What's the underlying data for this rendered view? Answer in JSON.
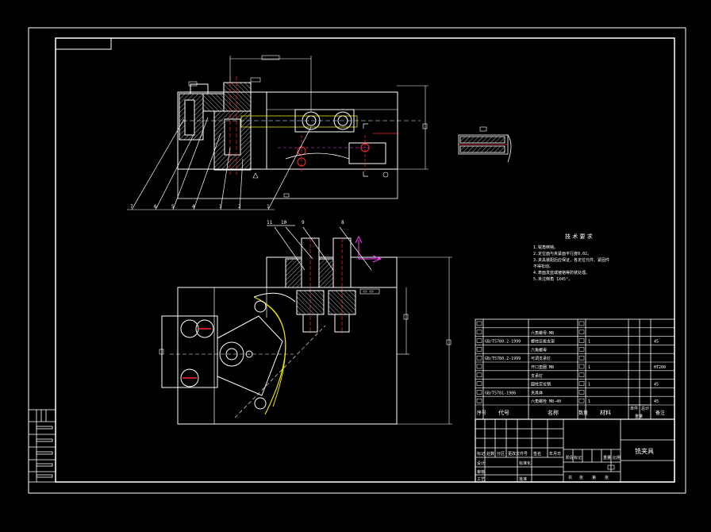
{
  "colors": {
    "background": "#000000",
    "line": "#ffffff",
    "red": "#ff2a2a",
    "yellow": "#e8e000",
    "magenta": "#ff40ff",
    "hatch": "#d8d8d8"
  },
  "balloons_top": [
    "7",
    "6",
    "5",
    "4",
    "3",
    "2",
    "1"
  ],
  "balloons_bottom": [
    "11",
    "10",
    "9",
    "8"
  ],
  "tech_req": {
    "title": "技 术 要 求",
    "lines": [
      "1.锐角倒钝。",
      "2.定位面与夹紧面平行度0.02。",
      "3.夹具装配后应保证，各定位元件、紧固件",
      "  不得松动。",
      "4.表面发蓝或镀铬等防锈处理。",
      "5.未注倒角 1X45°。"
    ]
  },
  "bom_rows": [
    {
      "code": "",
      "name": "",
      "qty": "",
      "note": ""
    },
    {
      "code": "",
      "name": "六角螺母-M8",
      "qty": "",
      "note": ""
    },
    {
      "code": "GB/T5780.2-1999",
      "name": "螺柱压板支架",
      "qty": "1",
      "note": "45"
    },
    {
      "code": "",
      "name": "六角螺母",
      "qty": "",
      "note": ""
    },
    {
      "code": "GB/T5780.2-1999",
      "name": "可调支承钉",
      "qty": "",
      "note": ""
    },
    {
      "code": "",
      "name": "开口垫圈 M8",
      "qty": "1",
      "note": "HT200"
    },
    {
      "code": "",
      "name": "支承钉",
      "qty": "",
      "note": ""
    },
    {
      "code": "",
      "name": "圆柱定位销",
      "qty": "1",
      "note": "45"
    },
    {
      "code": "GB/T5781-1986",
      "name": "夹具体",
      "qty": "",
      "note": ""
    },
    {
      "code": "",
      "name": "六角螺栓 M8-40",
      "qty": "1",
      "note": "45"
    }
  ],
  "bom_header": {
    "seq": "序号",
    "code": "代号",
    "name": "名称",
    "qty": "数量",
    "material": "材料",
    "weight_single": "单件",
    "weight_total": "总计",
    "weight": "重量",
    "remark": "备注"
  },
  "title_block": {
    "drawing_name": "铣夹具",
    "rev_row": [
      "标记",
      "处数",
      "分区",
      "更改文件号",
      "签名",
      "年月日"
    ],
    "design_row": [
      "设计",
      "",
      "标准化",
      ""
    ],
    "stage_row": [
      "阶段标记",
      "重量",
      "比例"
    ],
    "sheet_row": [
      "共",
      "张",
      "第",
      "张"
    ],
    "roles": [
      "审核",
      "工艺",
      "批准"
    ]
  }
}
